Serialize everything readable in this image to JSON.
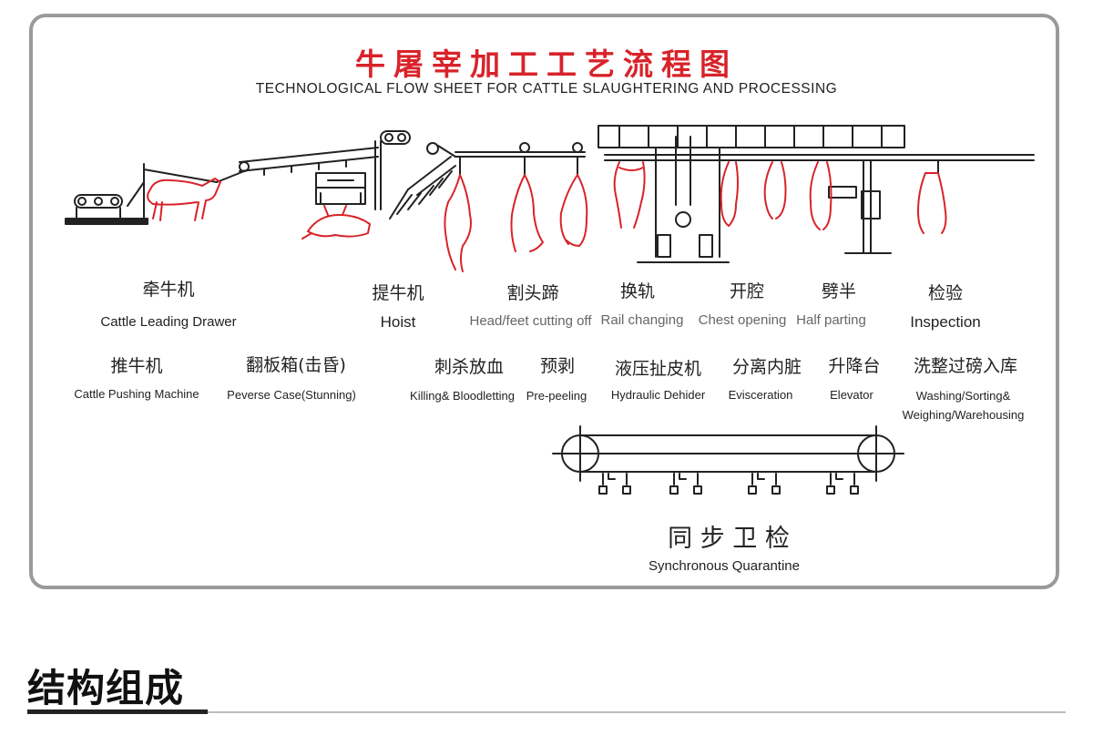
{
  "title_cn": "牛屠宰加工工艺流程图",
  "title_en": "TECHNOLOGICAL FLOW SHEET FOR CATTLE SLAUGHTERING AND PROCESSING",
  "stages": {
    "leading": {
      "cn": "牵牛机",
      "en": "Cattle Leading Drawer"
    },
    "hoist": {
      "cn": "提牛机",
      "en": "Hoist"
    },
    "head": {
      "cn": "割头蹄",
      "en": "Head/feet cutting off"
    },
    "rail": {
      "cn": "换轨",
      "en": "Rail changing"
    },
    "chest": {
      "cn": "开腔",
      "en": "Chest opening"
    },
    "half": {
      "cn": "劈半",
      "en": "Half parting"
    },
    "inspection": {
      "cn": "检验",
      "en": "Inspection"
    },
    "pushing": {
      "cn": "推牛机",
      "en": "Cattle Pushing Machine"
    },
    "reverse": {
      "cn": "翻板箱(击昏)",
      "en": "Peverse  Case(Stunning)"
    },
    "killing": {
      "cn": "刺杀放血",
      "en": "Killing& Bloodletting"
    },
    "prepeel": {
      "cn": "预剥",
      "en": "Pre-peeling"
    },
    "dehider": {
      "cn": "液压扯皮机",
      "en": "Hydraulic  Dehider"
    },
    "evisc": {
      "cn": "分离内脏",
      "en": "Evisceration"
    },
    "elevator": {
      "cn": "升降台",
      "en": "Elevator"
    },
    "washing": {
      "cn": "洗整过磅入库",
      "en1": "Washing/Sorting&",
      "en2": "Weighing/Warehousing"
    },
    "quarantine": {
      "cn": "同 步 卫 检",
      "en": "Synchronous  Quarantine"
    }
  },
  "section": {
    "title": "结构组成"
  },
  "colors": {
    "title_red": "#d8232a",
    "sketch_red": "#d8232a",
    "line": "#222222",
    "frame": "#9a9a9a"
  }
}
